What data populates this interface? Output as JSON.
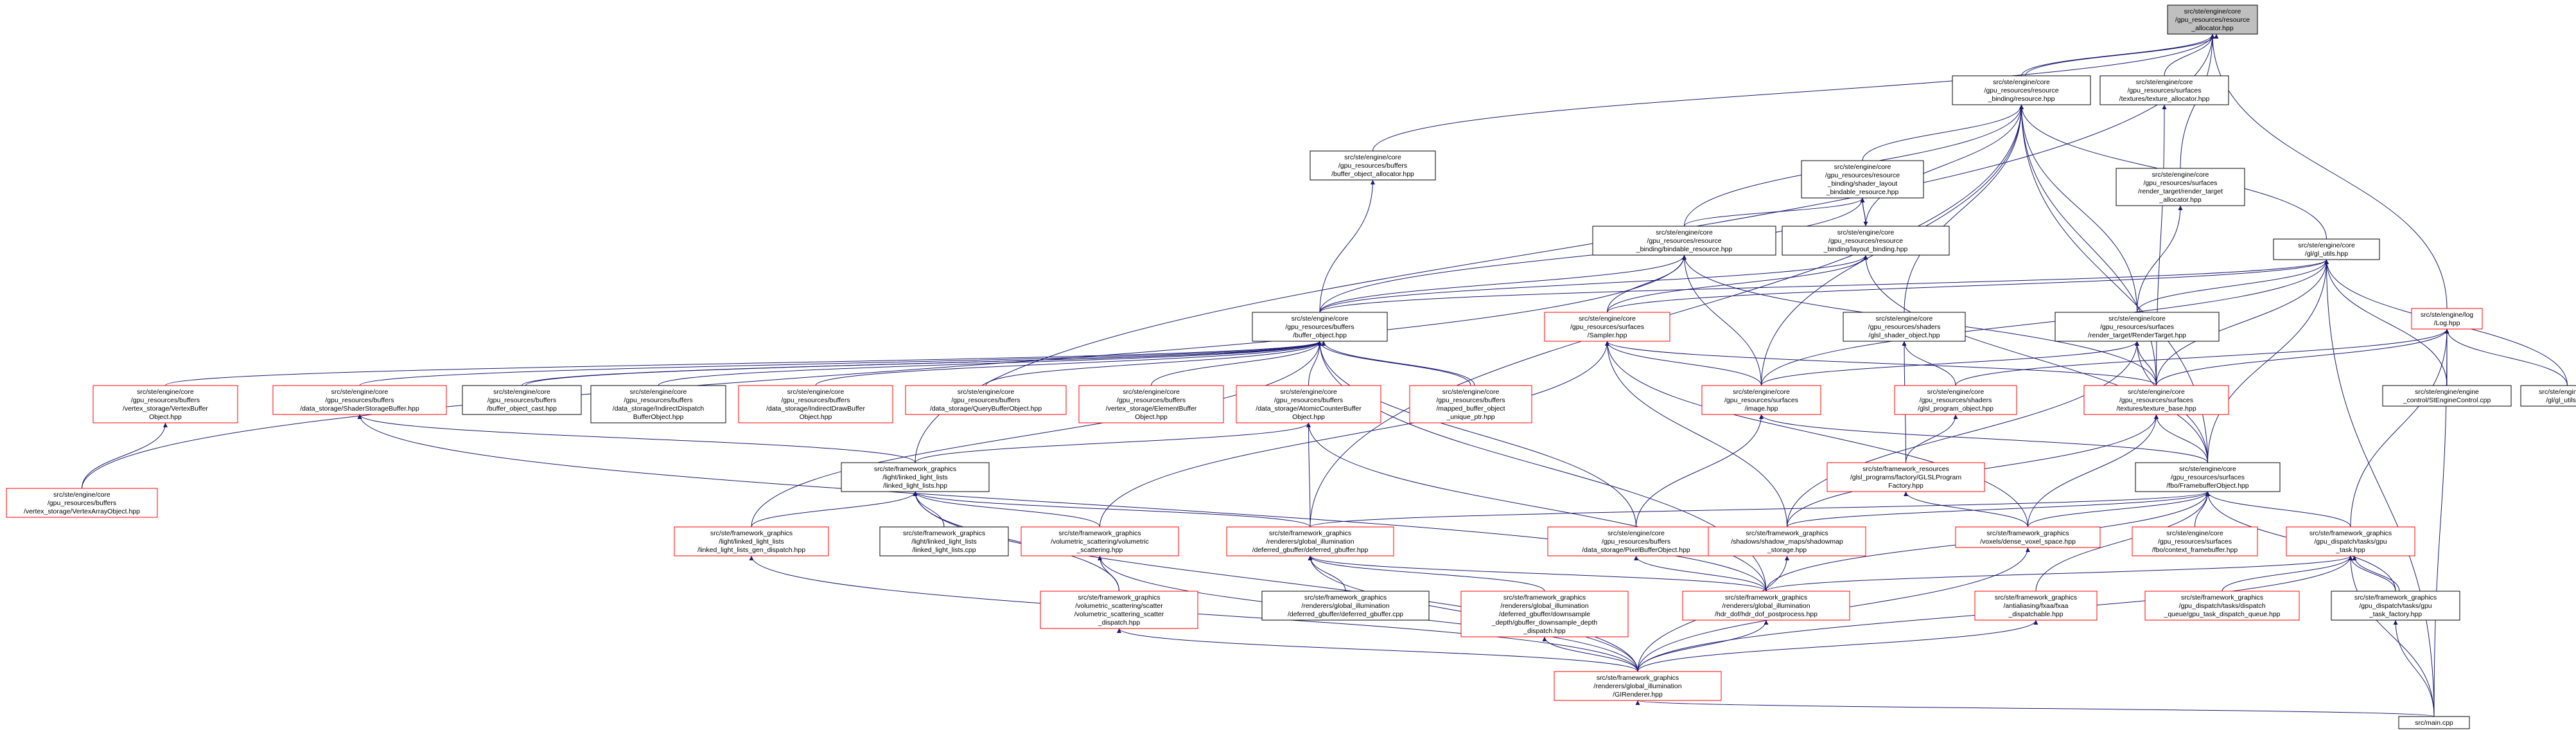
{
  "colors": {
    "edge": "#191970",
    "node_border_documented": "#000000",
    "node_border_undocumented": "#ff0000",
    "root_fill": "#bfbfbf",
    "background": "#ffffff"
  },
  "nodes": [
    {
      "id": "resource_allocator",
      "root": true,
      "red": false,
      "lines": [
        "src/ste/engine/core",
        "/gpu_resources/resource",
        "_allocator.hpp"
      ]
    },
    {
      "id": "resource",
      "red": false,
      "lines": [
        "src/ste/engine/core",
        "/gpu_resources/resource",
        "_binding/resource.hpp"
      ]
    },
    {
      "id": "texture_allocator",
      "red": false,
      "lines": [
        "src/ste/engine/core",
        "/gpu_resources/surfaces",
        "/textures/texture_allocator.hpp"
      ]
    },
    {
      "id": "buffer_object_allocator",
      "red": false,
      "lines": [
        "src/ste/engine/core",
        "/gpu_resources/buffers",
        "/buffer_object_allocator.hpp"
      ]
    },
    {
      "id": "shader_layout_bindable",
      "red": false,
      "lines": [
        "src/ste/engine/core",
        "/gpu_resources/resource",
        "_binding/shader_layout",
        "_bindable_resource.hpp"
      ]
    },
    {
      "id": "render_target_allocator",
      "red": false,
      "lines": [
        "src/ste/engine/core",
        "/gpu_resources/surfaces",
        "/render_target/render_target",
        "_allocator.hpp"
      ]
    },
    {
      "id": "bindable_resource",
      "red": false,
      "lines": [
        "src/ste/engine/core",
        "/gpu_resources/resource",
        "_binding/bindable_resource.hpp"
      ]
    },
    {
      "id": "layout_binding",
      "red": false,
      "lines": [
        "src/ste/engine/core",
        "/gpu_resources/resource",
        "_binding/layout_binding.hpp"
      ]
    },
    {
      "id": "gl_utils",
      "red": false,
      "lines": [
        "src/ste/engine/core",
        "/gl/gl_utils.hpp"
      ]
    },
    {
      "id": "log",
      "red": true,
      "lines": [
        "src/ste/engine/log",
        "/Log.hpp"
      ]
    },
    {
      "id": "buffer_object",
      "red": false,
      "lines": [
        "src/ste/engine/core",
        "/gpu_resources/buffers",
        "/buffer_object.hpp"
      ]
    },
    {
      "id": "sampler",
      "red": true,
      "lines": [
        "src/ste/engine/core",
        "/gpu_resources/surfaces",
        "/Sampler.hpp"
      ]
    },
    {
      "id": "glsl_shader_object",
      "red": false,
      "lines": [
        "src/ste/engine/core",
        "/gpu_resources/shaders",
        "/glsl_shader_object.hpp"
      ]
    },
    {
      "id": "render_target",
      "red": false,
      "lines": [
        "src/ste/engine/core",
        "/gpu_resources/surfaces",
        "/render_target/RenderTarget.hpp"
      ]
    },
    {
      "id": "vertex_buffer",
      "red": true,
      "lines": [
        "src/ste/engine/core",
        "/gpu_resources/buffers",
        "/vertex_storage/VertexBuffer",
        "Object.hpp"
      ]
    },
    {
      "id": "shader_storage_buffer",
      "red": true,
      "lines": [
        "src/ste/engine/core",
        "/gpu_resources/buffers",
        "/data_storage/ShaderStorageBuffer.hpp"
      ]
    },
    {
      "id": "buffer_object_cast",
      "red": false,
      "lines": [
        "src/ste/engine/core",
        "/gpu_resources/buffers",
        "/buffer_object_cast.hpp"
      ]
    },
    {
      "id": "indirect_dispatch",
      "red": false,
      "lines": [
        "src/ste/engine/core",
        "/gpu_resources/buffers",
        "/data_storage/IndirectDispatch",
        "BufferObject.hpp"
      ]
    },
    {
      "id": "indirect_draw",
      "red": true,
      "lines": [
        "src/ste/engine/core",
        "/gpu_resources/buffers",
        "/data_storage/IndirectDrawBuffer",
        "Object.hpp"
      ]
    },
    {
      "id": "query_buffer",
      "red": true,
      "lines": [
        "src/ste/engine/core",
        "/gpu_resources/buffers",
        "/data_storage/QueryBufferObject.hpp"
      ]
    },
    {
      "id": "element_buffer",
      "red": true,
      "lines": [
        "src/ste/engine/core",
        "/gpu_resources/buffers",
        "/vertex_storage/ElementBuffer",
        "Object.hpp"
      ]
    },
    {
      "id": "atomic_counter",
      "red": true,
      "lines": [
        "src/ste/engine/core",
        "/gpu_resources/buffers",
        "/data_storage/AtomicCounterBuffer",
        "Object.hpp"
      ]
    },
    {
      "id": "mapped_buffer",
      "red": true,
      "lines": [
        "src/ste/engine/core",
        "/gpu_resources/buffers",
        "/mapped_buffer_object",
        "_unique_ptr.hpp"
      ]
    },
    {
      "id": "image",
      "red": true,
      "lines": [
        "src/ste/engine/core",
        "/gpu_resources/surfaces",
        "/image.hpp"
      ]
    },
    {
      "id": "glsl_program_object",
      "red": true,
      "lines": [
        "src/ste/engine/core",
        "/gpu_resources/shaders",
        "/glsl_program_object.hpp"
      ]
    },
    {
      "id": "texture_base",
      "red": true,
      "lines": [
        "src/ste/engine/core",
        "/gpu_resources/surfaces",
        "/textures/texture_base.hpp"
      ]
    },
    {
      "id": "engine_control",
      "red": false,
      "lines": [
        "src/ste/engine/engine",
        "_control/StEngineControl.cpp"
      ]
    },
    {
      "id": "gl_utils_cpp",
      "red": false,
      "lines": [
        "src/ste/engine/core",
        "/gl/gl_utils.cpp"
      ]
    },
    {
      "id": "vertex_array",
      "red": true,
      "lines": [
        "src/ste/engine/core",
        "/gpu_resources/buffers",
        "/vertex_storage/VertexArrayObject.hpp"
      ]
    },
    {
      "id": "linked_light_lists",
      "red": false,
      "lines": [
        "src/ste/framework_graphics",
        "/light/linked_light_lists",
        "/linked_light_lists.hpp"
      ]
    },
    {
      "id": "glsl_program_factory",
      "red": true,
      "lines": [
        "src/ste/framework_resources",
        "/glsl_programs/factory/GLSLProgram",
        "Factory.hpp"
      ]
    },
    {
      "id": "framebuffer_object",
      "red": false,
      "lines": [
        "src/ste/engine/core",
        "/gpu_resources/surfaces",
        "/fbo/FramebufferObject.hpp"
      ]
    },
    {
      "id": "linked_light_lists_gen",
      "red": true,
      "lines": [
        "src/ste/framework_graphics",
        "/light/linked_light_lists",
        "/linked_light_lists_gen_dispatch.hpp"
      ]
    },
    {
      "id": "linked_light_lists_cpp",
      "red": false,
      "lines": [
        "src/ste/framework_graphics",
        "/light/linked_light_lists",
        "/linked_light_lists.cpp"
      ]
    },
    {
      "id": "volumetric_scattering",
      "red": true,
      "lines": [
        "src/ste/framework_graphics",
        "/volumetric_scattering/volumetric",
        "_scattering.hpp"
      ]
    },
    {
      "id": "deferred_gbuffer",
      "red": true,
      "lines": [
        "src/ste/framework_graphics",
        "/renderers/global_illumination",
        "/deferred_gbuffer/deferred_gbuffer.hpp"
      ]
    },
    {
      "id": "pixel_buffer",
      "red": true,
      "lines": [
        "src/ste/engine/core",
        "/gpu_resources/buffers",
        "/data_storage/PixelBufferObject.hpp"
      ]
    },
    {
      "id": "shadowmap_storage",
      "red": true,
      "lines": [
        "src/ste/framework_graphics",
        "/shadows/shadow_maps/shadowmap",
        "_storage.hpp"
      ]
    },
    {
      "id": "dense_voxel_space",
      "red": true,
      "lines": [
        "src/ste/framework_graphics",
        "/voxels/dense_voxel_space.hpp"
      ]
    },
    {
      "id": "context_framebuffer",
      "red": true,
      "lines": [
        "src/ste/engine/core",
        "/gpu_resources/surfaces",
        "/fbo/context_framebuffer.hpp"
      ]
    },
    {
      "id": "gpu_task",
      "red": true,
      "lines": [
        "src/ste/framework_graphics",
        "/gpu_dispatch/tasks/gpu",
        "_task.hpp"
      ]
    },
    {
      "id": "scatter_storage",
      "red": true,
      "lines": [
        "src/ste/framework_graphics",
        "/volumetric_scattering/scatter",
        "/volumetric_scattering_scatter",
        "_dispatch.hpp"
      ]
    },
    {
      "id": "deferred_gbuffer_cpp",
      "red": false,
      "lines": [
        "src/ste/framework_graphics",
        "/renderers/global_illumination",
        "/deferred_gbuffer/deferred_gbuffer.cpp"
      ]
    },
    {
      "id": "downsample_depth",
      "red": true,
      "lines": [
        "src/ste/framework_graphics",
        "/renderers/global_illumination",
        "/deferred_gbuffer/downsample",
        "_depth/gbuffer_downsample_depth",
        "_dispatch.hpp"
      ]
    },
    {
      "id": "hdr_dof",
      "red": true,
      "lines": [
        "src/ste/framework_graphics",
        "/renderers/global_illumination",
        "/hdr_dof/hdr_dof_postprocess.hpp"
      ]
    },
    {
      "id": "fxaa",
      "red": true,
      "lines": [
        "src/ste/framework_graphics",
        "/antialiasing/fxaa/fxaa",
        "_dispatchable.hpp"
      ]
    },
    {
      "id": "gpu_task_queue",
      "red": true,
      "lines": [
        "src/ste/framework_graphics",
        "/gpu_dispatch/tasks/dispatch",
        "_queue/gpu_task_dispatch_queue.hpp"
      ]
    },
    {
      "id": "gpu_task_factory",
      "red": false,
      "lines": [
        "src/ste/framework_graphics",
        "/gpu_dispatch/tasks/gpu",
        "_task_factory.hpp"
      ]
    },
    {
      "id": "gi_renderer",
      "red": true,
      "lines": [
        "src/ste/framework_graphics",
        "/renderers/global_illumination",
        "/GIRenderer.hpp"
      ]
    },
    {
      "id": "main_cpp",
      "red": false,
      "lines": [
        "src/main.cpp"
      ]
    }
  ]
}
